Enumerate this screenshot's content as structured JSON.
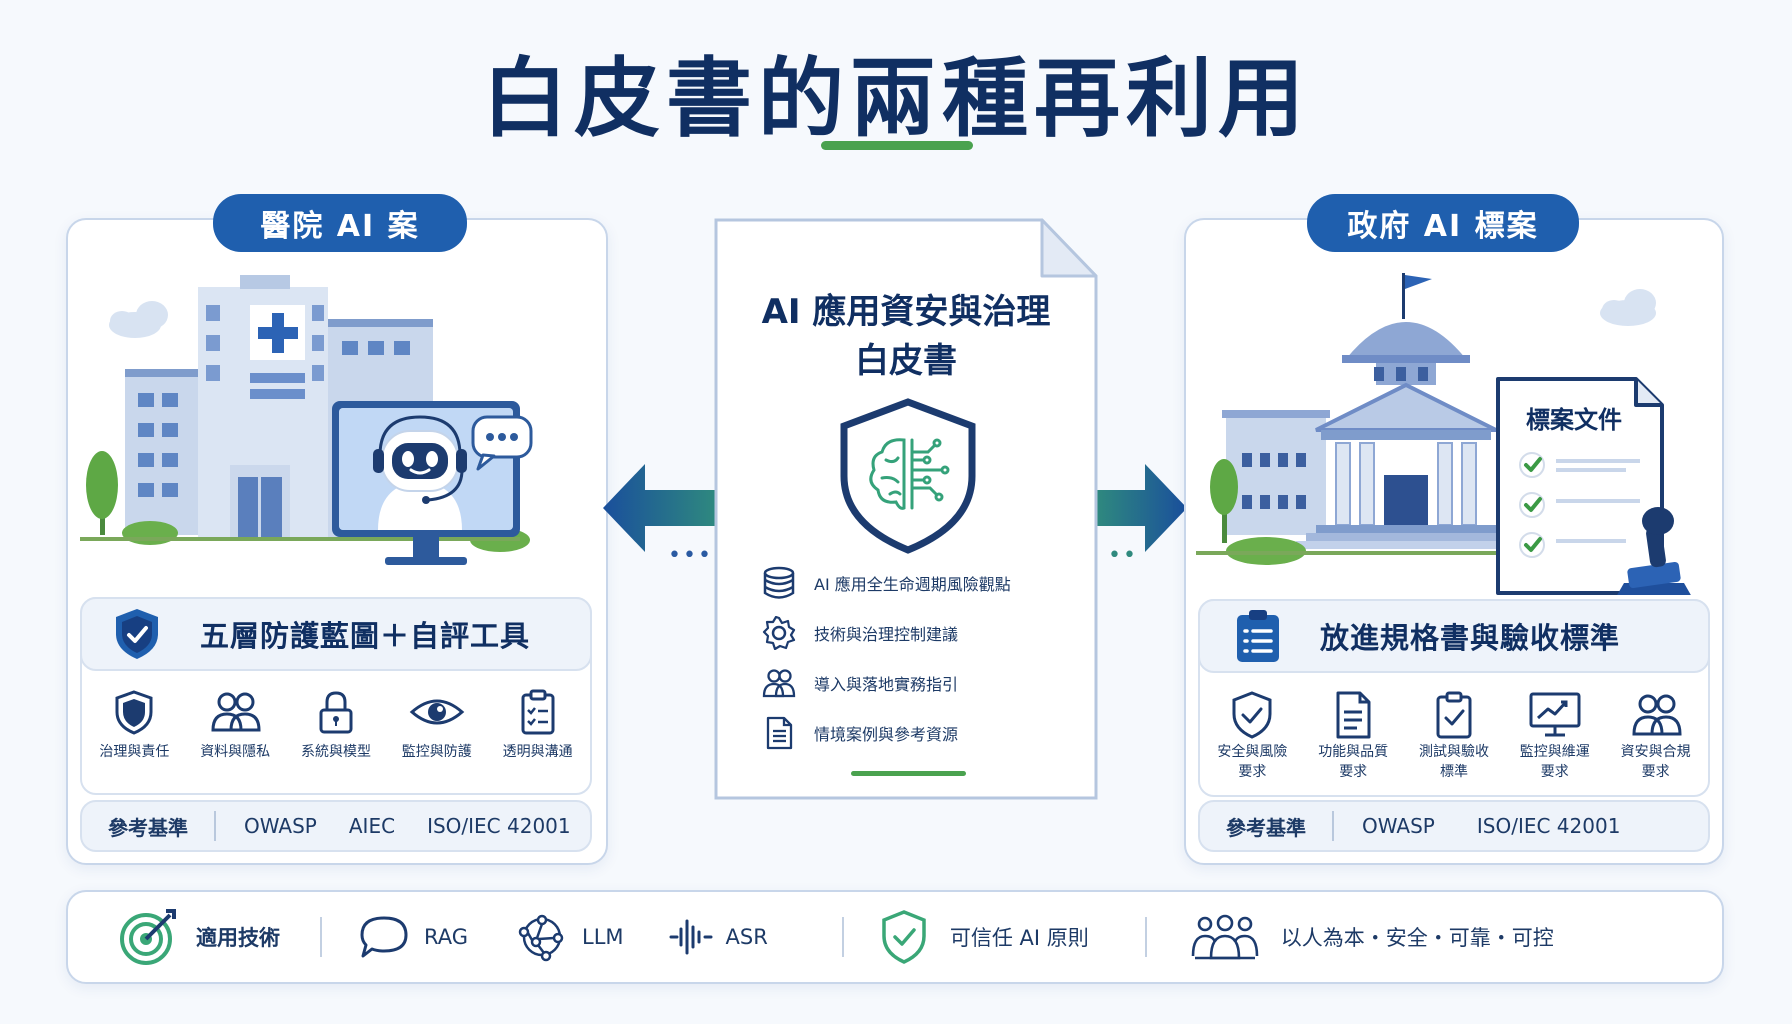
{
  "title": "白皮書的兩種再利用",
  "colors": {
    "navy": "#102f62",
    "blue": "#1f5fae",
    "green": "#4aa24f",
    "light": "#eef3fa"
  },
  "left": {
    "pill": "醫院 AI 案",
    "feature": "五層防護藍圖＋自評工具",
    "icons": [
      {
        "icon": "shield-icon",
        "label": "治理與責任"
      },
      {
        "icon": "users-icon",
        "label": "資料與隱私"
      },
      {
        "icon": "lock-icon",
        "label": "系統與模型"
      },
      {
        "icon": "eye-icon",
        "label": "監控與防護"
      },
      {
        "icon": "clipboard-icon",
        "label": "透明與溝通"
      }
    ],
    "ref_label": "參考基準",
    "refs": [
      "OWASP",
      "AIEC",
      "ISO/IEC 42001"
    ]
  },
  "center": {
    "doc_title_1": "AI 應用資安與治理",
    "doc_title_2": "白皮書",
    "items": [
      {
        "icon": "database-icon",
        "label": "AI 應用全生命週期風險觀點"
      },
      {
        "icon": "gear-icon",
        "label": "技術與治理控制建議"
      },
      {
        "icon": "users-icon",
        "label": "導入與落地實務指引"
      },
      {
        "icon": "document-icon",
        "label": "情境案例與參考資源"
      }
    ]
  },
  "right": {
    "pill": "政府 AI 標案",
    "doc_label": "標案文件",
    "feature": "放進規格書與驗收標準",
    "icons": [
      {
        "icon": "shield-check-icon",
        "label1": "安全與風險",
        "label2": "要求"
      },
      {
        "icon": "document-icon",
        "label1": "功能與品質",
        "label2": "要求"
      },
      {
        "icon": "clipboard-check-icon",
        "label1": "測試與驗收",
        "label2": "標準"
      },
      {
        "icon": "monitor-chart-icon",
        "label1": "監控與維運",
        "label2": "要求"
      },
      {
        "icon": "users-icon",
        "label1": "資安與合規",
        "label2": "要求"
      }
    ],
    "ref_label": "參考基準",
    "refs": [
      "OWASP",
      "ISO/IEC 42001"
    ]
  },
  "bottom": {
    "label": "適用技術",
    "techs": [
      "RAG",
      "LLM",
      "ASR"
    ],
    "trust": "可信任 AI 原則",
    "principles": "以人為本・安全・可靠・可控"
  }
}
